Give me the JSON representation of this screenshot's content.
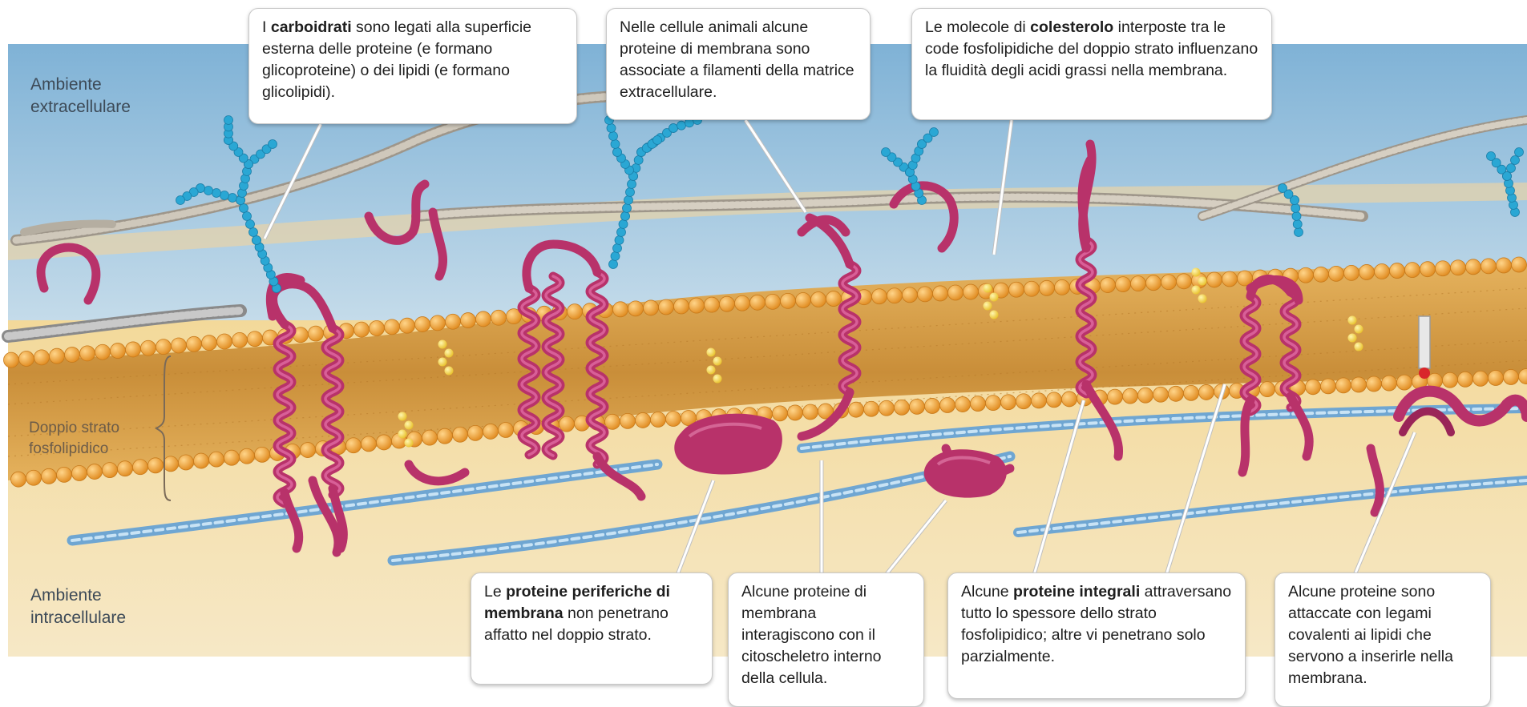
{
  "labels": {
    "extracellular": "Ambiente\nextracellulare",
    "intracellular": "Ambiente\nintracellulare",
    "bilayer": "Doppio strato\nfosfolipidico"
  },
  "callouts": {
    "carbohydrates": {
      "pre": "I ",
      "bold": "carboidrati",
      "post": " sono legati alla superficie esterna delle proteine (e formano glicoproteine) o dei lipidi (e formano glicolipidi)."
    },
    "ecm": {
      "pre": "Nelle cellule animali alcune proteine di membrana sono associate a filamenti della matrice extracellulare.",
      "bold": "",
      "post": ""
    },
    "cholesterol": {
      "pre": "Le molecole di ",
      "bold": "colesterolo",
      "post": " interposte tra le code fosfolipidiche del doppio strato influenzano la fluidità degli acidi grassi nella membrana."
    },
    "peripheral": {
      "pre": "Le ",
      "bold": "proteine periferiche di membrana",
      "post": " non penetrano affatto nel doppio strato."
    },
    "cytoskeleton": {
      "pre": "Alcune proteine di membrana interagiscono con il citoscheletro interno della cellula.",
      "bold": "",
      "post": ""
    },
    "integral": {
      "pre": "Alcune ",
      "bold": "proteine integrali",
      "post": " attraversano tutto lo spessore dello strato fosfolipidico; altre vi penetrano solo parzialmente."
    },
    "lipid_anchored": {
      "pre": "Alcune proteine sono attaccate con legami covalenti ai lipidi che servono a inserirle nella membrana.",
      "bold": "",
      "post": ""
    }
  },
  "colors": {
    "extracellular_top": "#7fb2d6",
    "extracellular_bottom": "#cfe2ee",
    "intracellular": "#f1d9a0",
    "phospholipid_head": "#f1a33a",
    "phospholipid_tail": "#d4a552",
    "protein": "#b8326a",
    "carbohydrate": "#2aa7d4",
    "cholesterol": "#f6d84a",
    "fiber": "#b8b1a4",
    "cytoskeleton": "#6fa6d2"
  }
}
